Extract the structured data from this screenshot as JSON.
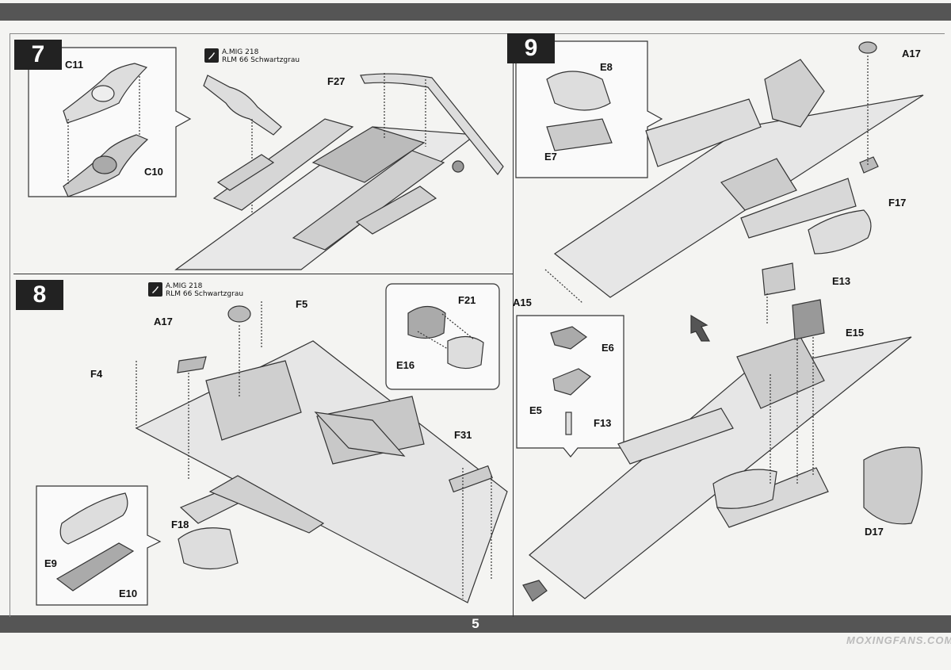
{
  "page": {
    "number": "5",
    "watermark": "MOXINGFANS.COM"
  },
  "paint": {
    "code": "A.MIG 218",
    "name": "RLM 66 Schwartzgrau"
  },
  "steps": [
    {
      "number": "7",
      "parts": [
        "C11",
        "C10",
        "F27"
      ]
    },
    {
      "number": "8",
      "parts": [
        "F5",
        "F21",
        "A17",
        "F4",
        "E16",
        "F31",
        "F18",
        "E9",
        "E10"
      ]
    },
    {
      "number": "9",
      "parts": [
        "E8",
        "A17",
        "E7",
        "F17",
        "A15",
        "E13",
        "E6",
        "E15",
        "E5",
        "F13",
        "D17"
      ]
    }
  ]
}
